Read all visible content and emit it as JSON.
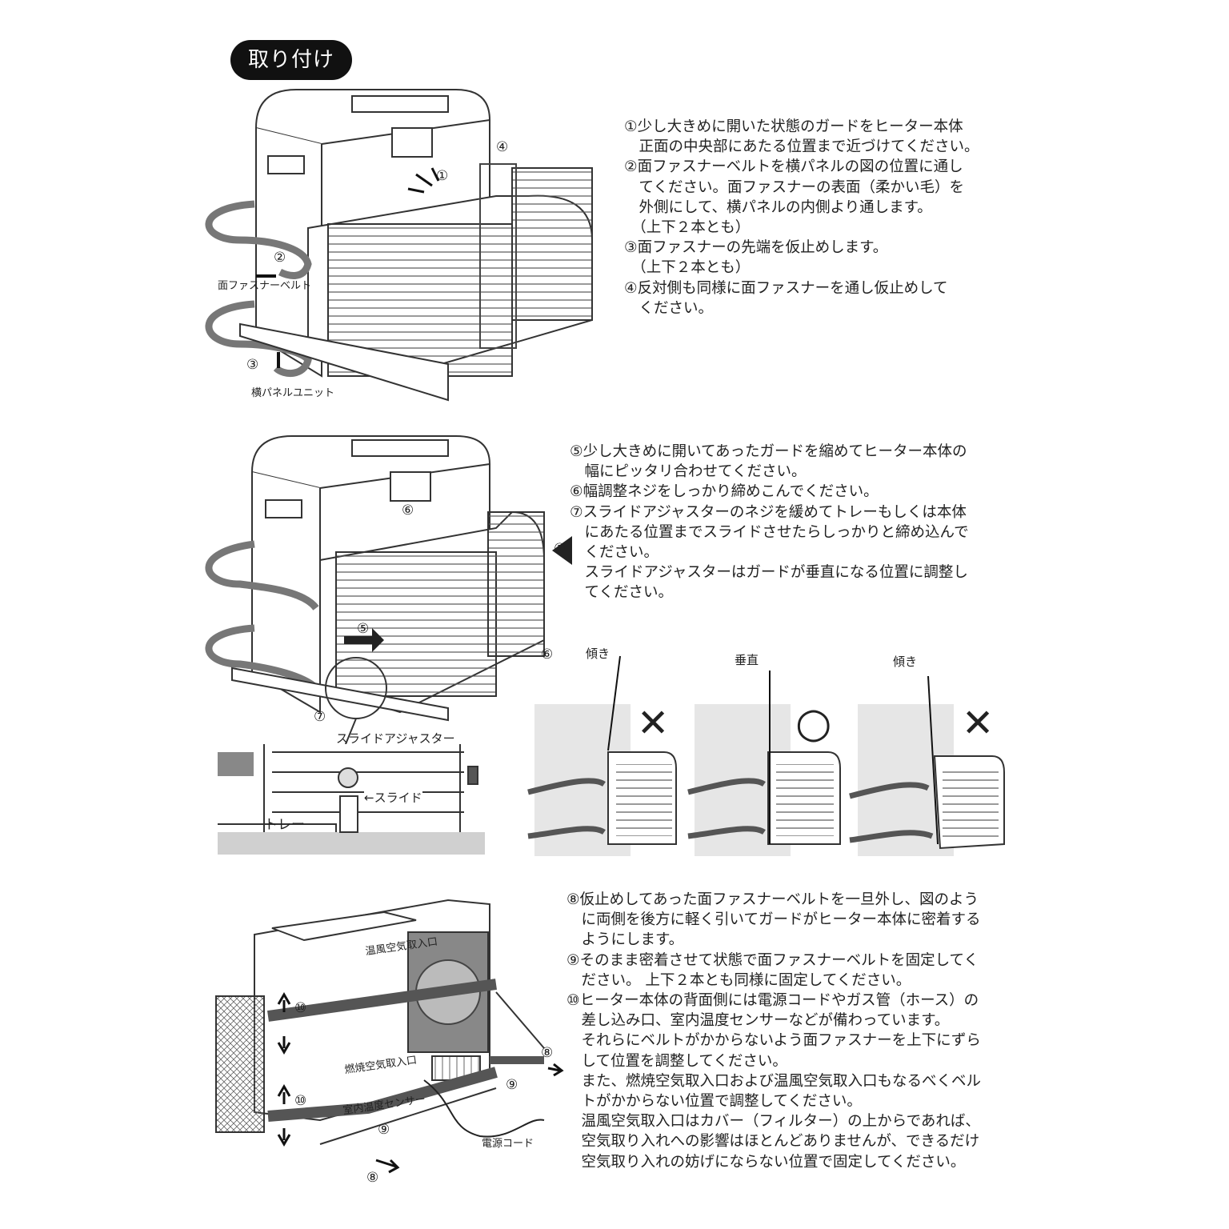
{
  "title": "取り付け",
  "section1": {
    "steps": [
      "①少し大きめに開いた状態のガードをヒーター本体",
      "　正面の中央部にあたる位置まで近づけてください。",
      "②面ファスナーベルトを横パネルの図の位置に通し",
      "　てください。面ファスナーの表面（柔かい毛）を",
      "　外側にして、横パネルの内側より通します。",
      "　（上下２本とも）",
      "③面ファスナーの先端を仮止めします。",
      "　（上下２本とも）",
      "④反対側も同様に面ファスナーを通し仮止めして",
      "　ください。"
    ],
    "labels": {
      "belt": "面ファスナーベルト",
      "side_panel": "横パネルユニット",
      "n1": "①",
      "n2": "②",
      "n3": "③",
      "n4": "④"
    }
  },
  "section2": {
    "steps": [
      "⑤少し大きめに開いてあったガードを縮めてヒーター本体の",
      "　幅にピッタリ合わせてください。",
      "⑥幅調整ネジをしっかり締めこんでください。",
      "⑦スライドアジャスターのネジを緩めてトレーもしくは本体",
      "　にあたる位置までスライドさせたらしっかりと締め込んで",
      "　ください。",
      "　スライドアジャスターはガードが垂直になる位置に調整し",
      "　てください。"
    ],
    "labels": {
      "n5": "⑤",
      "n6": "⑥",
      "n7": "⑦",
      "slide_adjuster": "スライドアジャスター",
      "slide": "←スライド",
      "tray": "トレー"
    },
    "orientations": [
      {
        "label": "傾き",
        "mark": "✕"
      },
      {
        "label": "垂直",
        "mark": "○"
      },
      {
        "label": "傾き",
        "mark": "✕"
      }
    ]
  },
  "section3": {
    "steps": [
      "⑧仮止めしてあった面ファスナーベルトを一旦外し、図のよう",
      "　に両側を後方に軽く引いてガードがヒーター本体に密着する",
      "　ようにします。",
      "⑨そのまま密着させて状態で面ファスナーベルトを固定してく",
      "　ださい。 上下２本とも同様に固定してください。",
      "⑩ヒーター本体の背面側には電源コードやガス管（ホース）の",
      "　差し込み口、室内温度センサーなどが備わっています。",
      "　それらにベルトがかからないよう面ファスナーを上下にずら",
      "　して位置を調整してください。",
      "　また、燃焼空気取入口および温風空気取入口もなるべくベル",
      "　トがかからない位置で調整してください。",
      "　温風空気取入口はカバー（フィルター）の上からであれば、",
      "　空気取り入れへの影響はほとんどありませんが、できるだけ",
      "　空気取り入れの妨げにならない位置で固定してください。"
    ],
    "labels": {
      "warm_air_inlet": "温風空気取入口",
      "combustion_air_inlet": "燃焼空気取入口",
      "room_temp_sensor": "室内温度センサー",
      "power_cord": "電源コード",
      "n8a": "⑧",
      "n8b": "⑧",
      "n9a": "⑨",
      "n9b": "⑨",
      "n10a": "⑩",
      "n10b": "⑩"
    }
  },
  "colors": {
    "pill_bg": "#111111",
    "line": "#333333",
    "belt": "#888888",
    "text": "#222222"
  }
}
